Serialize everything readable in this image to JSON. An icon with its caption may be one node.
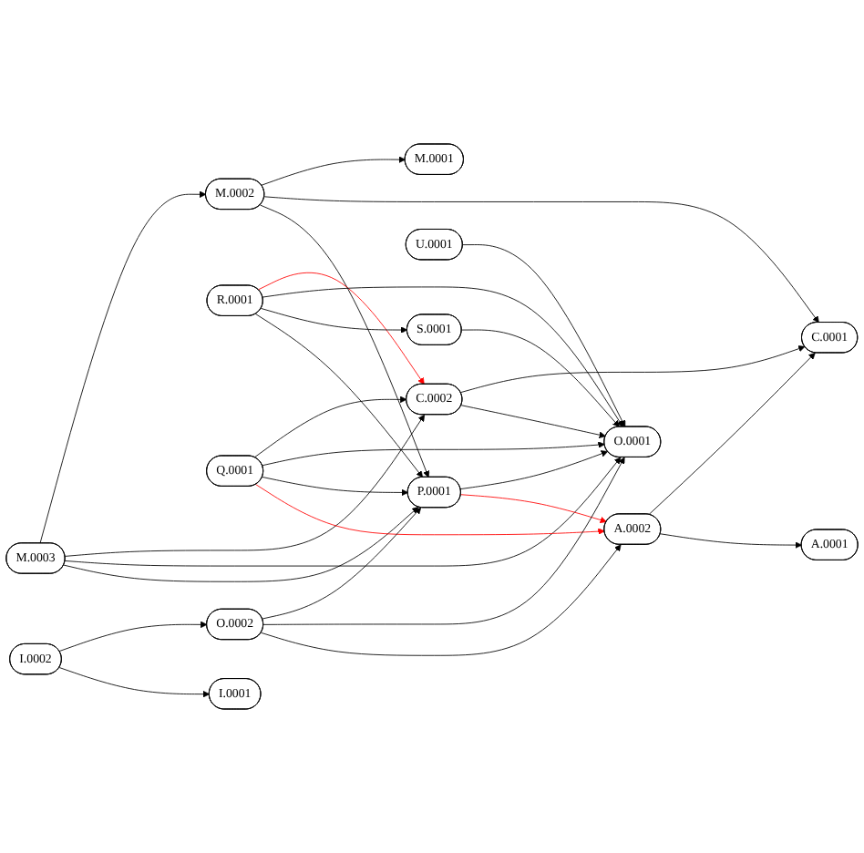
{
  "diagram": {
    "nodes": [
      {
        "text": [
          "M.0002"
        ]
      },
      {
        "text": [
          "M.0001"
        ]
      },
      {
        "text": [
          "C.0002"
        ]
      },
      {
        "text": [
          "C.0001"
        ]
      },
      {
        "text": [
          "U.0001"
        ]
      },
      {
        "text": [
          "M.0003"
        ]
      },
      {
        "text": [
          "R.0001"
        ]
      },
      {
        "text": [
          "S.0001"
        ]
      },
      {
        "text": [
          "O.0001"
        ]
      },
      {
        "text": [
          "Q.0001"
        ]
      },
      {
        "text": [
          "P.0001"
        ]
      },
      {
        "text": [
          "A.0002"
        ]
      },
      {
        "text": [
          "A.0001"
        ]
      },
      {
        "text": [
          "O.0002"
        ]
      },
      {
        "text": [
          "I.0002"
        ]
      },
      {
        "text": [
          "I.0001"
        ]
      }
    ],
    "edges": [
      {
        "from": 0,
        "to": 1,
        "arrow": "to"
      },
      {
        "from": 0,
        "to": 3,
        "arrow": "to"
      },
      {
        "from": 0,
        "to": 10,
        "arrow": "to"
      },
      {
        "from": 5,
        "to": 0,
        "arrow": "to"
      },
      {
        "from": 5,
        "to": 2,
        "arrow": "to"
      },
      {
        "from": 5,
        "to": 8,
        "arrow": "to"
      },
      {
        "from": 5,
        "to": 10,
        "arrow": "to"
      },
      {
        "from": 2,
        "to": 3,
        "arrow": "to"
      },
      {
        "from": 2,
        "to": 8,
        "arrow": "to"
      },
      {
        "from": 4,
        "to": 8,
        "arrow": "to"
      },
      {
        "from": 6,
        "to": 2,
        "arrow": "to",
        "color": "#ff0000"
      },
      {
        "from": 6,
        "to": 8,
        "arrow": "to"
      },
      {
        "from": 6,
        "to": 7,
        "arrow": "to"
      },
      {
        "from": 6,
        "to": 10,
        "arrow": "to"
      },
      {
        "from": 7,
        "to": 8,
        "arrow": "to"
      },
      {
        "from": 9,
        "to": 2,
        "arrow": "to"
      },
      {
        "from": 9,
        "to": 8,
        "arrow": "to"
      },
      {
        "from": 9,
        "to": 10,
        "arrow": "to"
      },
      {
        "from": 9,
        "to": 11,
        "arrow": "to",
        "color": "#ff0000"
      },
      {
        "from": 10,
        "to": 8,
        "arrow": "to"
      },
      {
        "from": 10,
        "to": 11,
        "arrow": "to",
        "color": "#ff0000"
      },
      {
        "from": 11,
        "to": 3,
        "arrow": "to"
      },
      {
        "from": 11,
        "to": 12,
        "arrow": "to"
      },
      {
        "from": 13,
        "to": 10,
        "arrow": "to"
      },
      {
        "from": 13,
        "to": 8,
        "arrow": "to"
      },
      {
        "from": 13,
        "to": 11,
        "arrow": "to"
      },
      {
        "from": 14,
        "to": 13,
        "arrow": "to"
      },
      {
        "from": 14,
        "to": 15,
        "arrow": "to"
      }
    ]
  }
}
